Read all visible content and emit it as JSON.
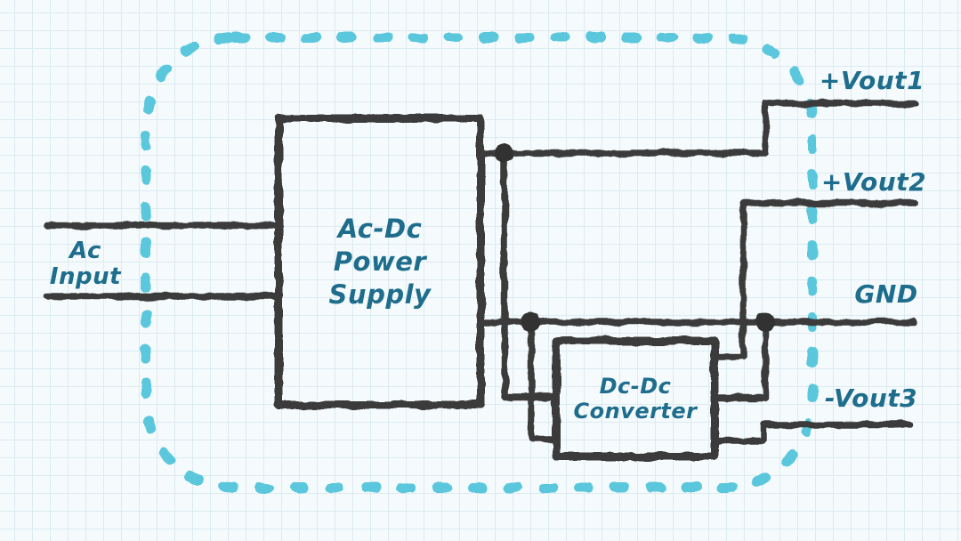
{
  "diagram": {
    "type": "hand-drawn power-supply block diagram",
    "input": {
      "label_line1": "Ac",
      "label_line2": "Input"
    },
    "blocks": {
      "acdc": {
        "line1": "Ac-Dc",
        "line2": "Power",
        "line3": "Supply"
      },
      "dcdc": {
        "line1": "Dc-Dc",
        "line2": "Converter"
      }
    },
    "outputs": {
      "vout1": "+Vout1",
      "vout2": "+Vout2",
      "gnd": "GND",
      "vout3": "-Vout3"
    },
    "junction_dot_count": 3,
    "colors": {
      "ink": "#3a3a3a",
      "label_teal": "#1e6d8d",
      "dashed_border": "#5ac7dc",
      "background": "#f5fafc",
      "grid_line": "#dcebf2"
    }
  }
}
